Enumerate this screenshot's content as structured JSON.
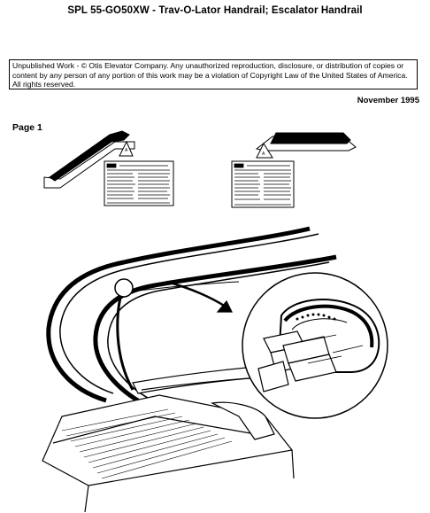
{
  "document": {
    "title": "SPL 55-GO50XW  -  Trav-O-Lator Handrail; Escalator Handrail",
    "copyright_notice": "Unpublished Work - © Otis Elevator Company.  Any unauthorized reproduction, disclosure, or distribution of copies or content by any person of any portion of this work may be a violation of Copyright Law of the United States of America.  All rights reserved.",
    "date": "November 1995",
    "page_label": "Page 1"
  },
  "illustrations": {
    "top_left": "escalator-with-placard",
    "top_right": "travolator-with-placard",
    "main": "escalator-handrail-cutaway-with-magnified-handrail-end"
  },
  "colors": {
    "ink": "#000000",
    "paper": "#ffffff"
  }
}
